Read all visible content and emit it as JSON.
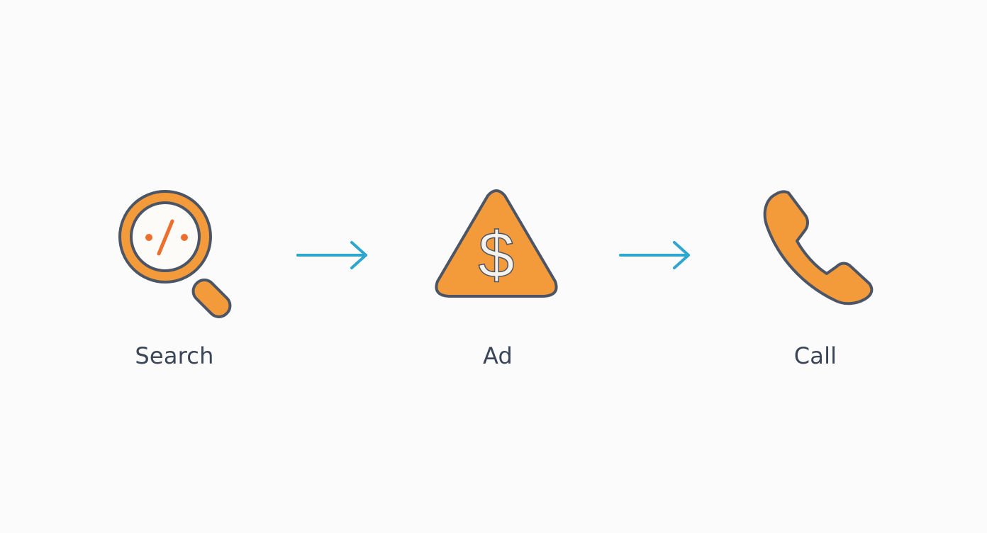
{
  "colors": {
    "background": "#fbfbfb",
    "icon_fill": "#f39a3b",
    "icon_outline": "#4b5565",
    "inner_white": "#fdfbf8",
    "accent_orange": "#ec6f2d",
    "arrow": "#2ea6ce",
    "text": "#3b4558"
  },
  "flow": {
    "steps": [
      {
        "label": "Search",
        "icon": "magnifying-glass-with-code-symbol"
      },
      {
        "label": "Ad",
        "icon": "triangle-with-dollar-sign"
      },
      {
        "label": "Call",
        "icon": "telephone-handset"
      }
    ],
    "connectors": [
      {
        "icon": "right-arrow"
      },
      {
        "icon": "right-arrow"
      }
    ],
    "search_symbol": "·/·",
    "ad_symbol": "$"
  }
}
